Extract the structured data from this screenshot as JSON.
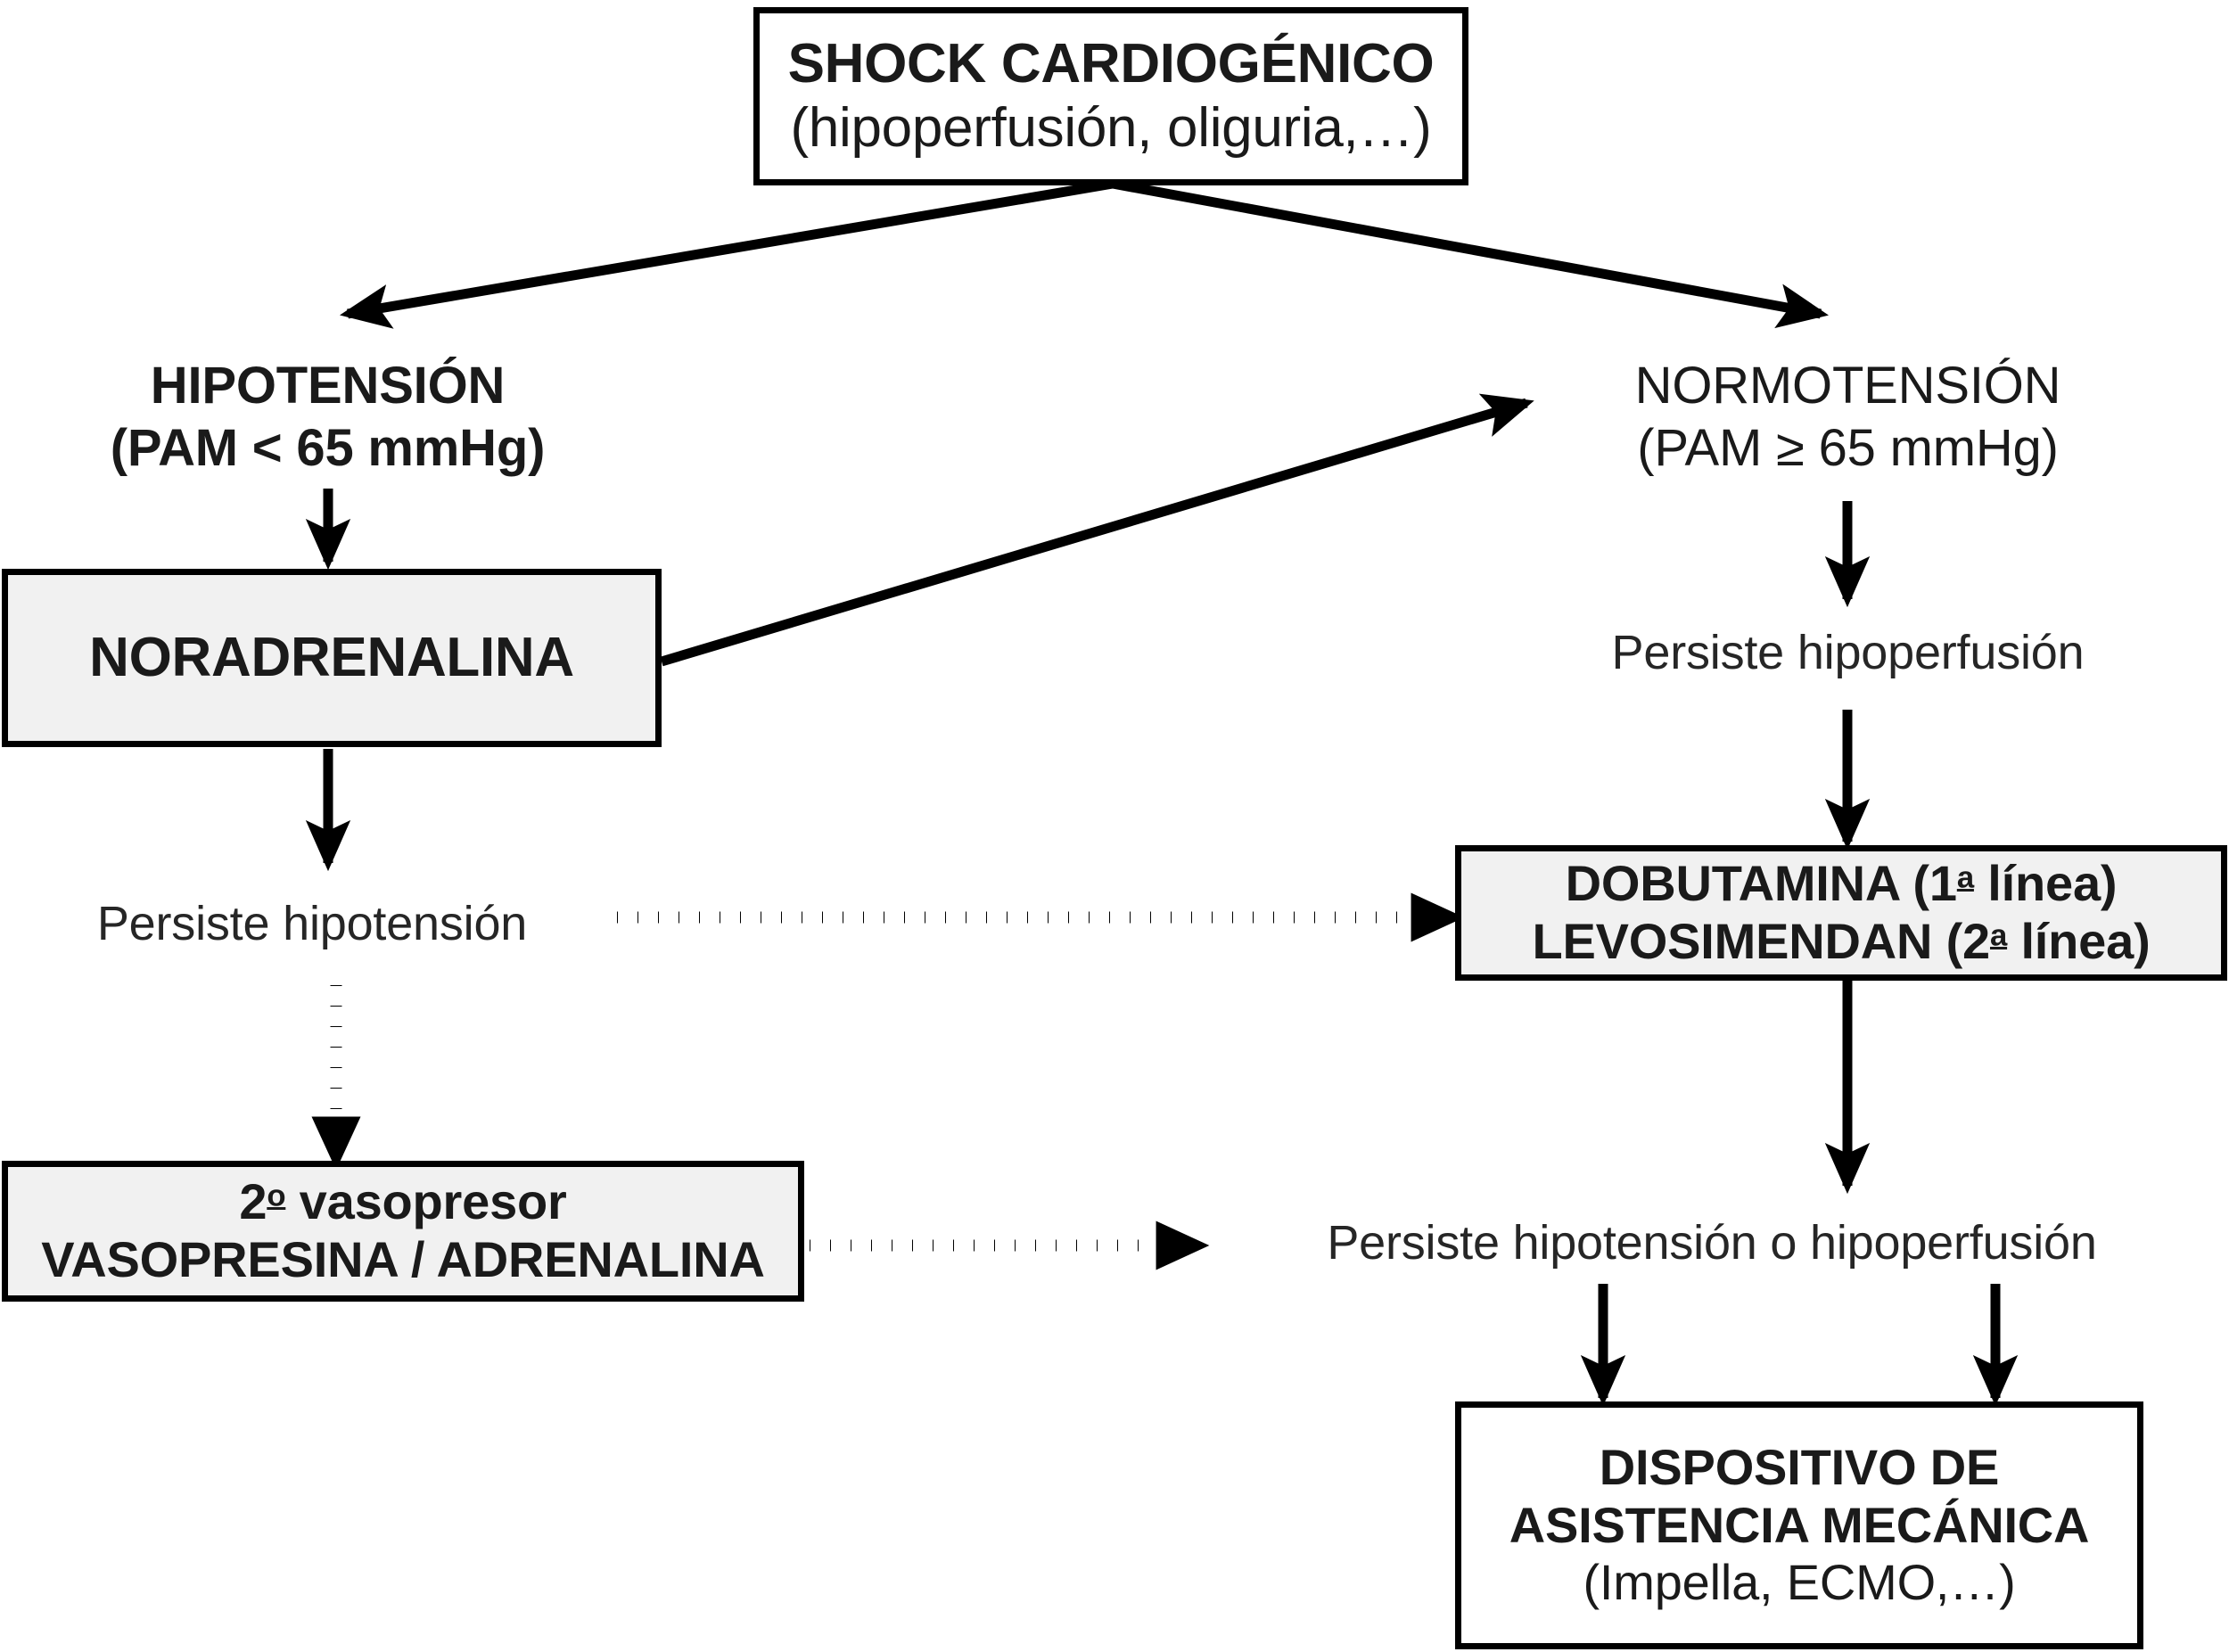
{
  "diagram": {
    "title": "SHOCK CARDIOGÉNICO",
    "language": "es",
    "background_color": "#ffffff",
    "stroke_color": "#000000",
    "filled_box_color": "#f1f1f1",
    "plain_box_color": "#ffffff"
  },
  "nodes": {
    "root": {
      "line1": "SHOCK CARDIOGÉNICO",
      "line2": "(hipoperfusión, oliguria,…)"
    },
    "hipotension": {
      "line1": "HIPOTENSIÓN",
      "line2": "(PAM < 65 mmHg)"
    },
    "normotension": {
      "line1": "NORMOTENSIÓN",
      "line2": "(PAM ≥ 65 mmHg)"
    },
    "noradrenalina": {
      "line1": "NORADRENALINA"
    },
    "persiste_hipoperfusion": {
      "line1": "Persiste hipoperfusión"
    },
    "persiste_hipotension": {
      "line1": "Persiste hipotensión"
    },
    "inotropos": {
      "line1_drug": "DOBUTAMINA",
      "line1_rank": "(1ª línea)",
      "line2_drug": "LEVOSIMENDAN",
      "line2_rank": "(2ª línea)"
    },
    "segundo_vasopresor": {
      "line1": "2º vasopresor",
      "line2": "VASOPRESINA / ADRENALINA"
    },
    "persiste_hipotension_o_hipoperfusion": {
      "line1": "Persiste hipotensión o hipoperfusión"
    },
    "dispositivo": {
      "line1": "DISPOSITIVO DE",
      "line2": "ASISTENCIA MECÁNICA",
      "line3": "(Impella, ECMO,…)"
    }
  },
  "edges": [
    {
      "id": "root-to-hipotension",
      "from": "root",
      "to": "hipotension",
      "style": "solid",
      "arrow": "end"
    },
    {
      "id": "root-to-normotension",
      "from": "root",
      "to": "normotension",
      "style": "solid",
      "arrow": "end"
    },
    {
      "id": "hipotension-to-noradrenalina",
      "from": "hipotension",
      "to": "noradrenalina",
      "style": "solid",
      "arrow": "end"
    },
    {
      "id": "noradrenalina-to-normotension",
      "from": "noradrenalina",
      "to": "normotension",
      "style": "solid",
      "arrow": "end"
    },
    {
      "id": "normotension-to-persiste-hipoperfusion",
      "from": "normotension",
      "to": "persiste_hipoperfusion",
      "style": "solid",
      "arrow": "end"
    },
    {
      "id": "persiste-hipoperfusion-to-inotropos",
      "from": "persiste_hipoperfusion",
      "to": "inotropos",
      "style": "solid",
      "arrow": "end"
    },
    {
      "id": "noradrenalina-to-persiste-hipotension",
      "from": "noradrenalina",
      "to": "persiste_hipotension",
      "style": "solid",
      "arrow": "end"
    },
    {
      "id": "persiste-hipotension-to-inotropos",
      "from": "persiste_hipotension",
      "to": "inotropos",
      "style": "dotted",
      "arrow": "end"
    },
    {
      "id": "persiste-hipotension-to-segundo-vasopresor",
      "from": "persiste_hipotension",
      "to": "segundo_vasopresor",
      "style": "dotted",
      "arrow": "end"
    },
    {
      "id": "segundo-vasopresor-to-persiste-hipotension-o-hipoperfusion",
      "from": "segundo_vasopresor",
      "to": "persiste_hipotension_o_hipoperfusion",
      "style": "dotted",
      "arrow": "end"
    },
    {
      "id": "inotropos-to-persiste-hipotension-o-hipoperfusion",
      "from": "inotropos",
      "to": "persiste_hipotension_o_hipoperfusion",
      "style": "solid",
      "arrow": "end"
    },
    {
      "id": "persiste-left-to-dispositivo",
      "from": "persiste_hipotension_o_hipoperfusion",
      "to": "dispositivo",
      "style": "solid",
      "arrow": "end"
    },
    {
      "id": "persiste-right-to-dispositivo",
      "from": "persiste_hipotension_o_hipoperfusion",
      "to": "dispositivo",
      "style": "solid",
      "arrow": "end"
    }
  ]
}
